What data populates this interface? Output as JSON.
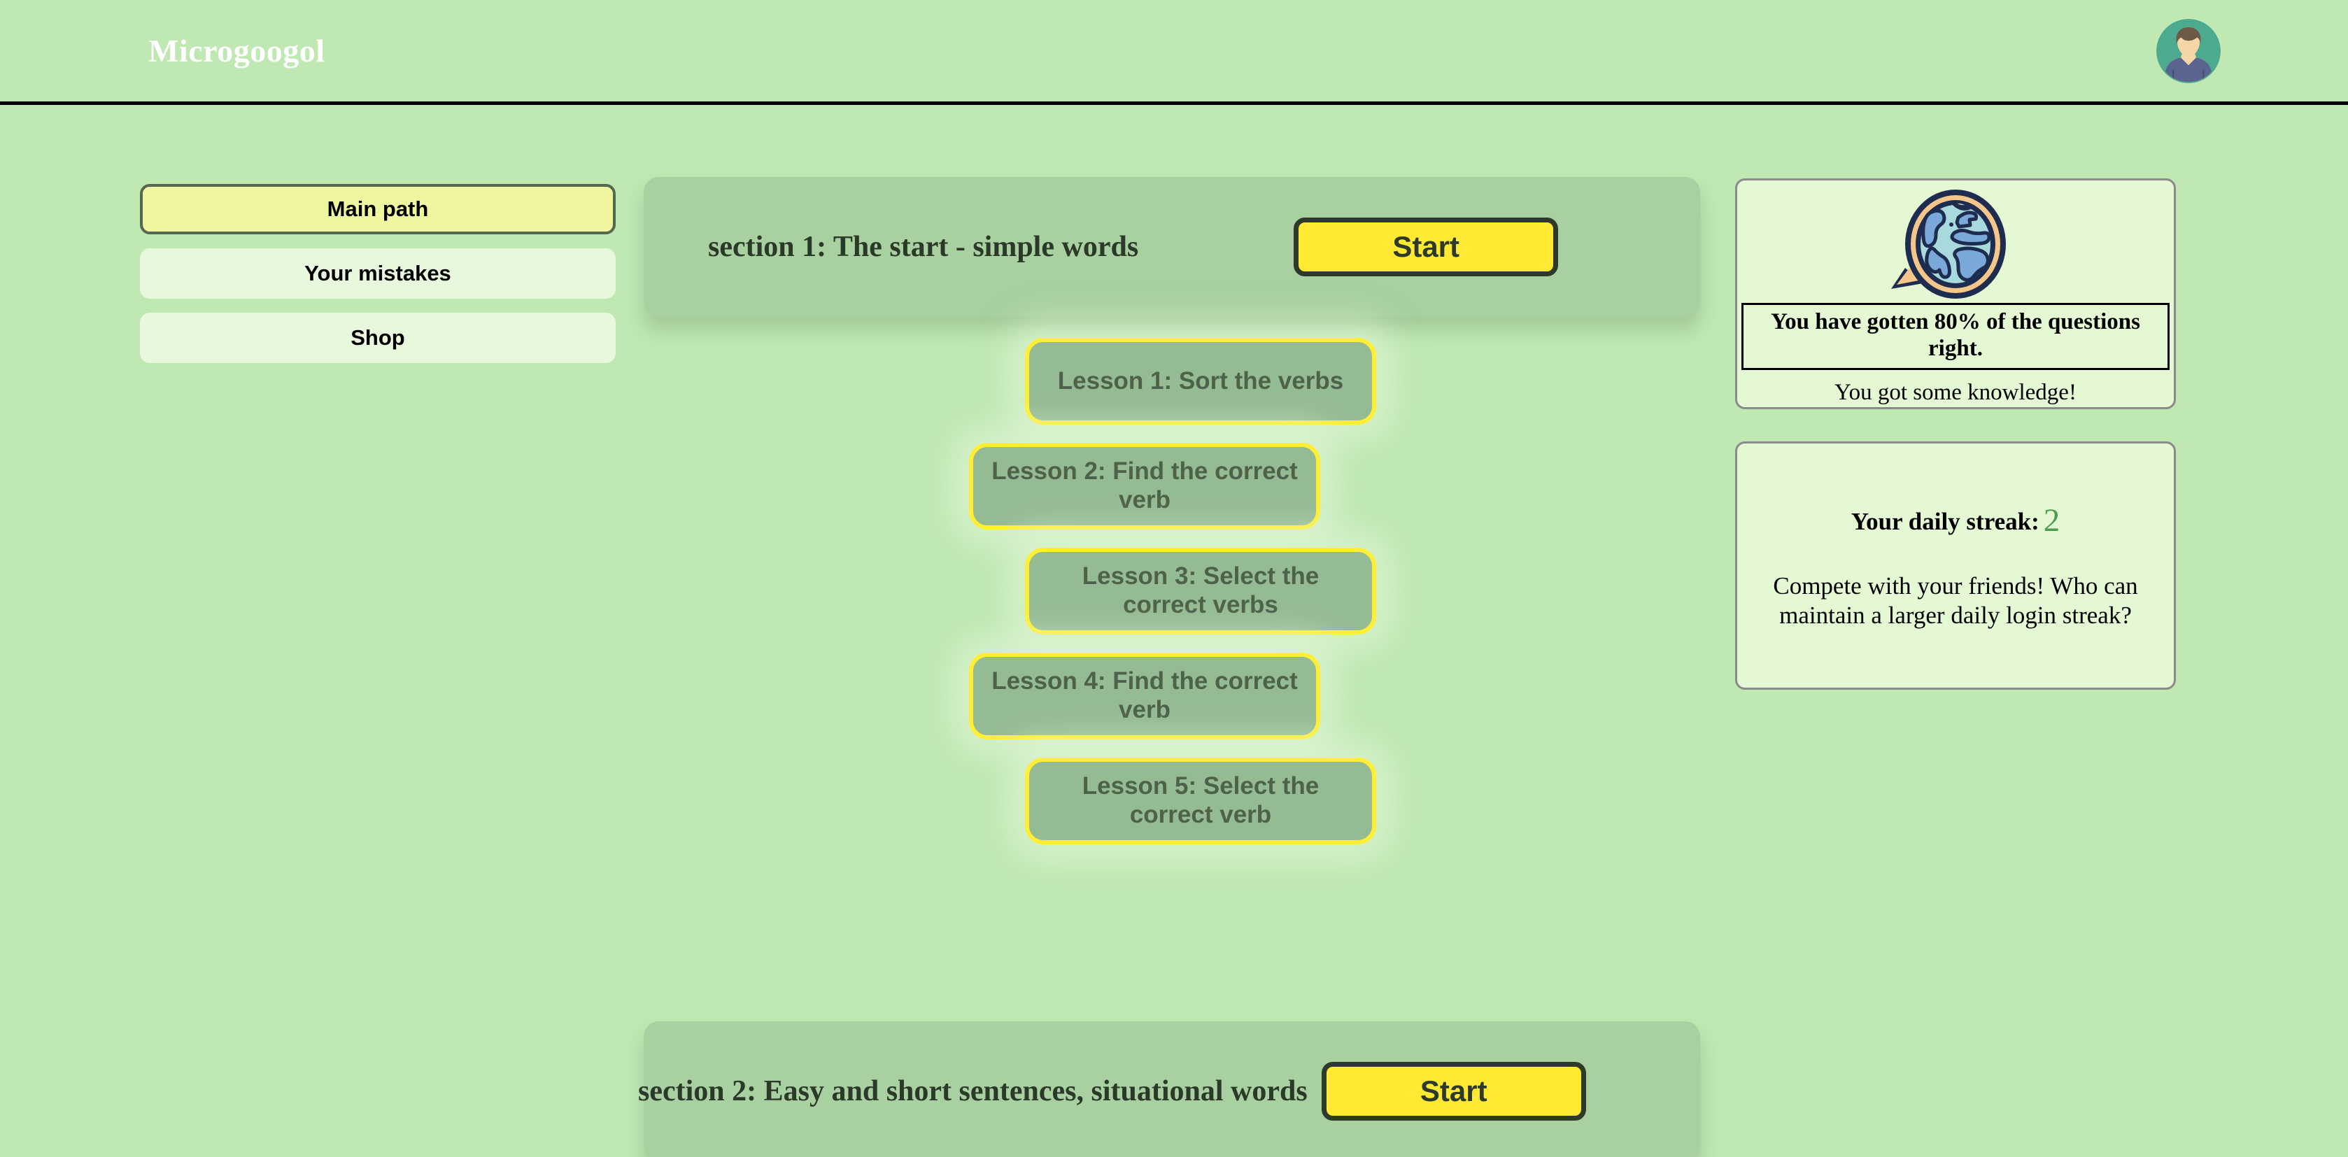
{
  "header": {
    "brand": "Microgoogol",
    "avatar_icon": "user-avatar-icon"
  },
  "sidebar": {
    "items": [
      {
        "label": "Main path",
        "active": true
      },
      {
        "label": "Your mistakes",
        "active": false
      },
      {
        "label": "Shop",
        "active": false
      }
    ]
  },
  "main": {
    "section_1": {
      "title": "section 1: The start - simple words",
      "start_label": "Start"
    },
    "lessons": [
      {
        "label": "Lesson 1: Sort the verbs"
      },
      {
        "label": "Lesson 2: Find the correct verb"
      },
      {
        "label": "Lesson 3: Select the correct verbs"
      },
      {
        "label": "Lesson 4: Find the correct verb"
      },
      {
        "label": "Lesson 5: Select the correct verb"
      }
    ],
    "section_2": {
      "title": "section 2: Easy and short sentences, situational words",
      "start_label": "Start"
    }
  },
  "rail": {
    "progress_card": {
      "icon": "globe-speech-bubble-icon",
      "headline": "You have gotten 80% of the questions right.",
      "subtext": "You got some knowledge!",
      "percent": 80
    },
    "streak_card": {
      "label": "Your daily streak:",
      "value": "2",
      "description": "Compete with your friends! Who can maintain a larger daily login streak?"
    }
  },
  "colors": {
    "page_background": "#bfe8b3",
    "header_background": "#bfe8b3",
    "brand_text": "#ffffff",
    "nav_active": "#f0f5a0",
    "nav_inactive": "#e8f8dd",
    "section_card": "#a8d0a0",
    "start_button": "#ffe933",
    "start_button_border": "#2d3a2a",
    "lesson_fill": "#95bb94",
    "lesson_border": "#ffee33",
    "lesson_text": "#4d6249",
    "rail_card": "#e4f8d4",
    "rail_border": "#8a8a8a",
    "streak_value": "#4e9a4e"
  }
}
